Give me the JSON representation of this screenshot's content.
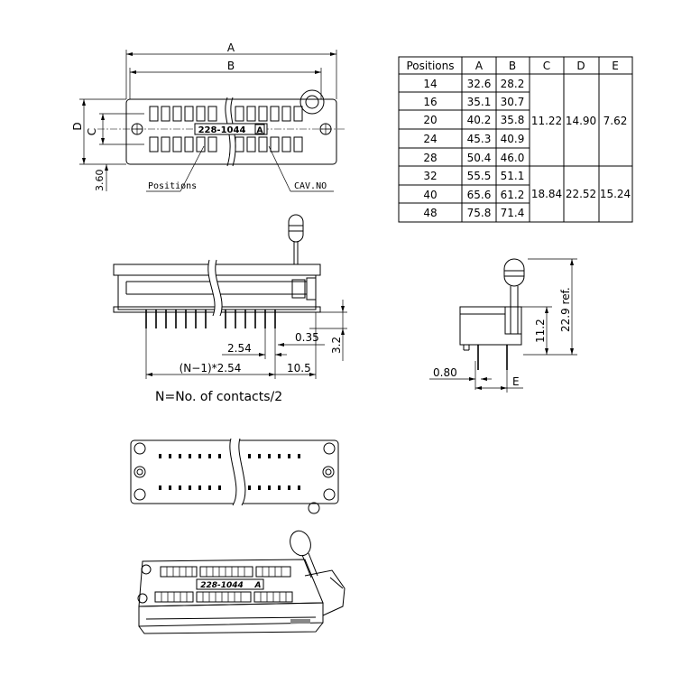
{
  "top_view": {
    "dim_A": "A",
    "dim_B": "B",
    "dim_C": "C",
    "dim_D": "D",
    "dim_360": "3.60",
    "part_marking": "228-1044",
    "cav_marking": "A",
    "label_positions": "Positions",
    "label_cavno": "CAV.NO"
  },
  "table": {
    "headers": [
      "Positions",
      "A",
      "B",
      "C",
      "D",
      "E"
    ],
    "rows": [
      [
        "14",
        "32.6",
        "28.2"
      ],
      [
        "16",
        "35.1",
        "30.7"
      ],
      [
        "20",
        "40.2",
        "35.8"
      ],
      [
        "24",
        "45.3",
        "40.9"
      ],
      [
        "28",
        "50.4",
        "46.0"
      ],
      [
        "32",
        "55.5",
        "51.1"
      ],
      [
        "40",
        "65.6",
        "61.2"
      ],
      [
        "48",
        "75.8",
        "71.4"
      ]
    ],
    "group1": {
      "C": "11.22",
      "D": "14.90",
      "E": "7.62"
    },
    "group2": {
      "C": "18.84",
      "D": "22.52",
      "E": "15.24"
    }
  },
  "front_view": {
    "dim_035": "0.35",
    "dim_32": "3.2",
    "dim_254": "2.54",
    "dim_pitch": "(N−1)*2.54",
    "dim_105": "10.5",
    "note": "N=No. of contacts/2"
  },
  "side_view": {
    "dim_229": "22.9 ref.",
    "dim_112": "11.2",
    "dim_080": "0.80",
    "dim_E": "E"
  },
  "iso_view": {
    "part_marking": "228-1044",
    "cav_marking": "A"
  }
}
